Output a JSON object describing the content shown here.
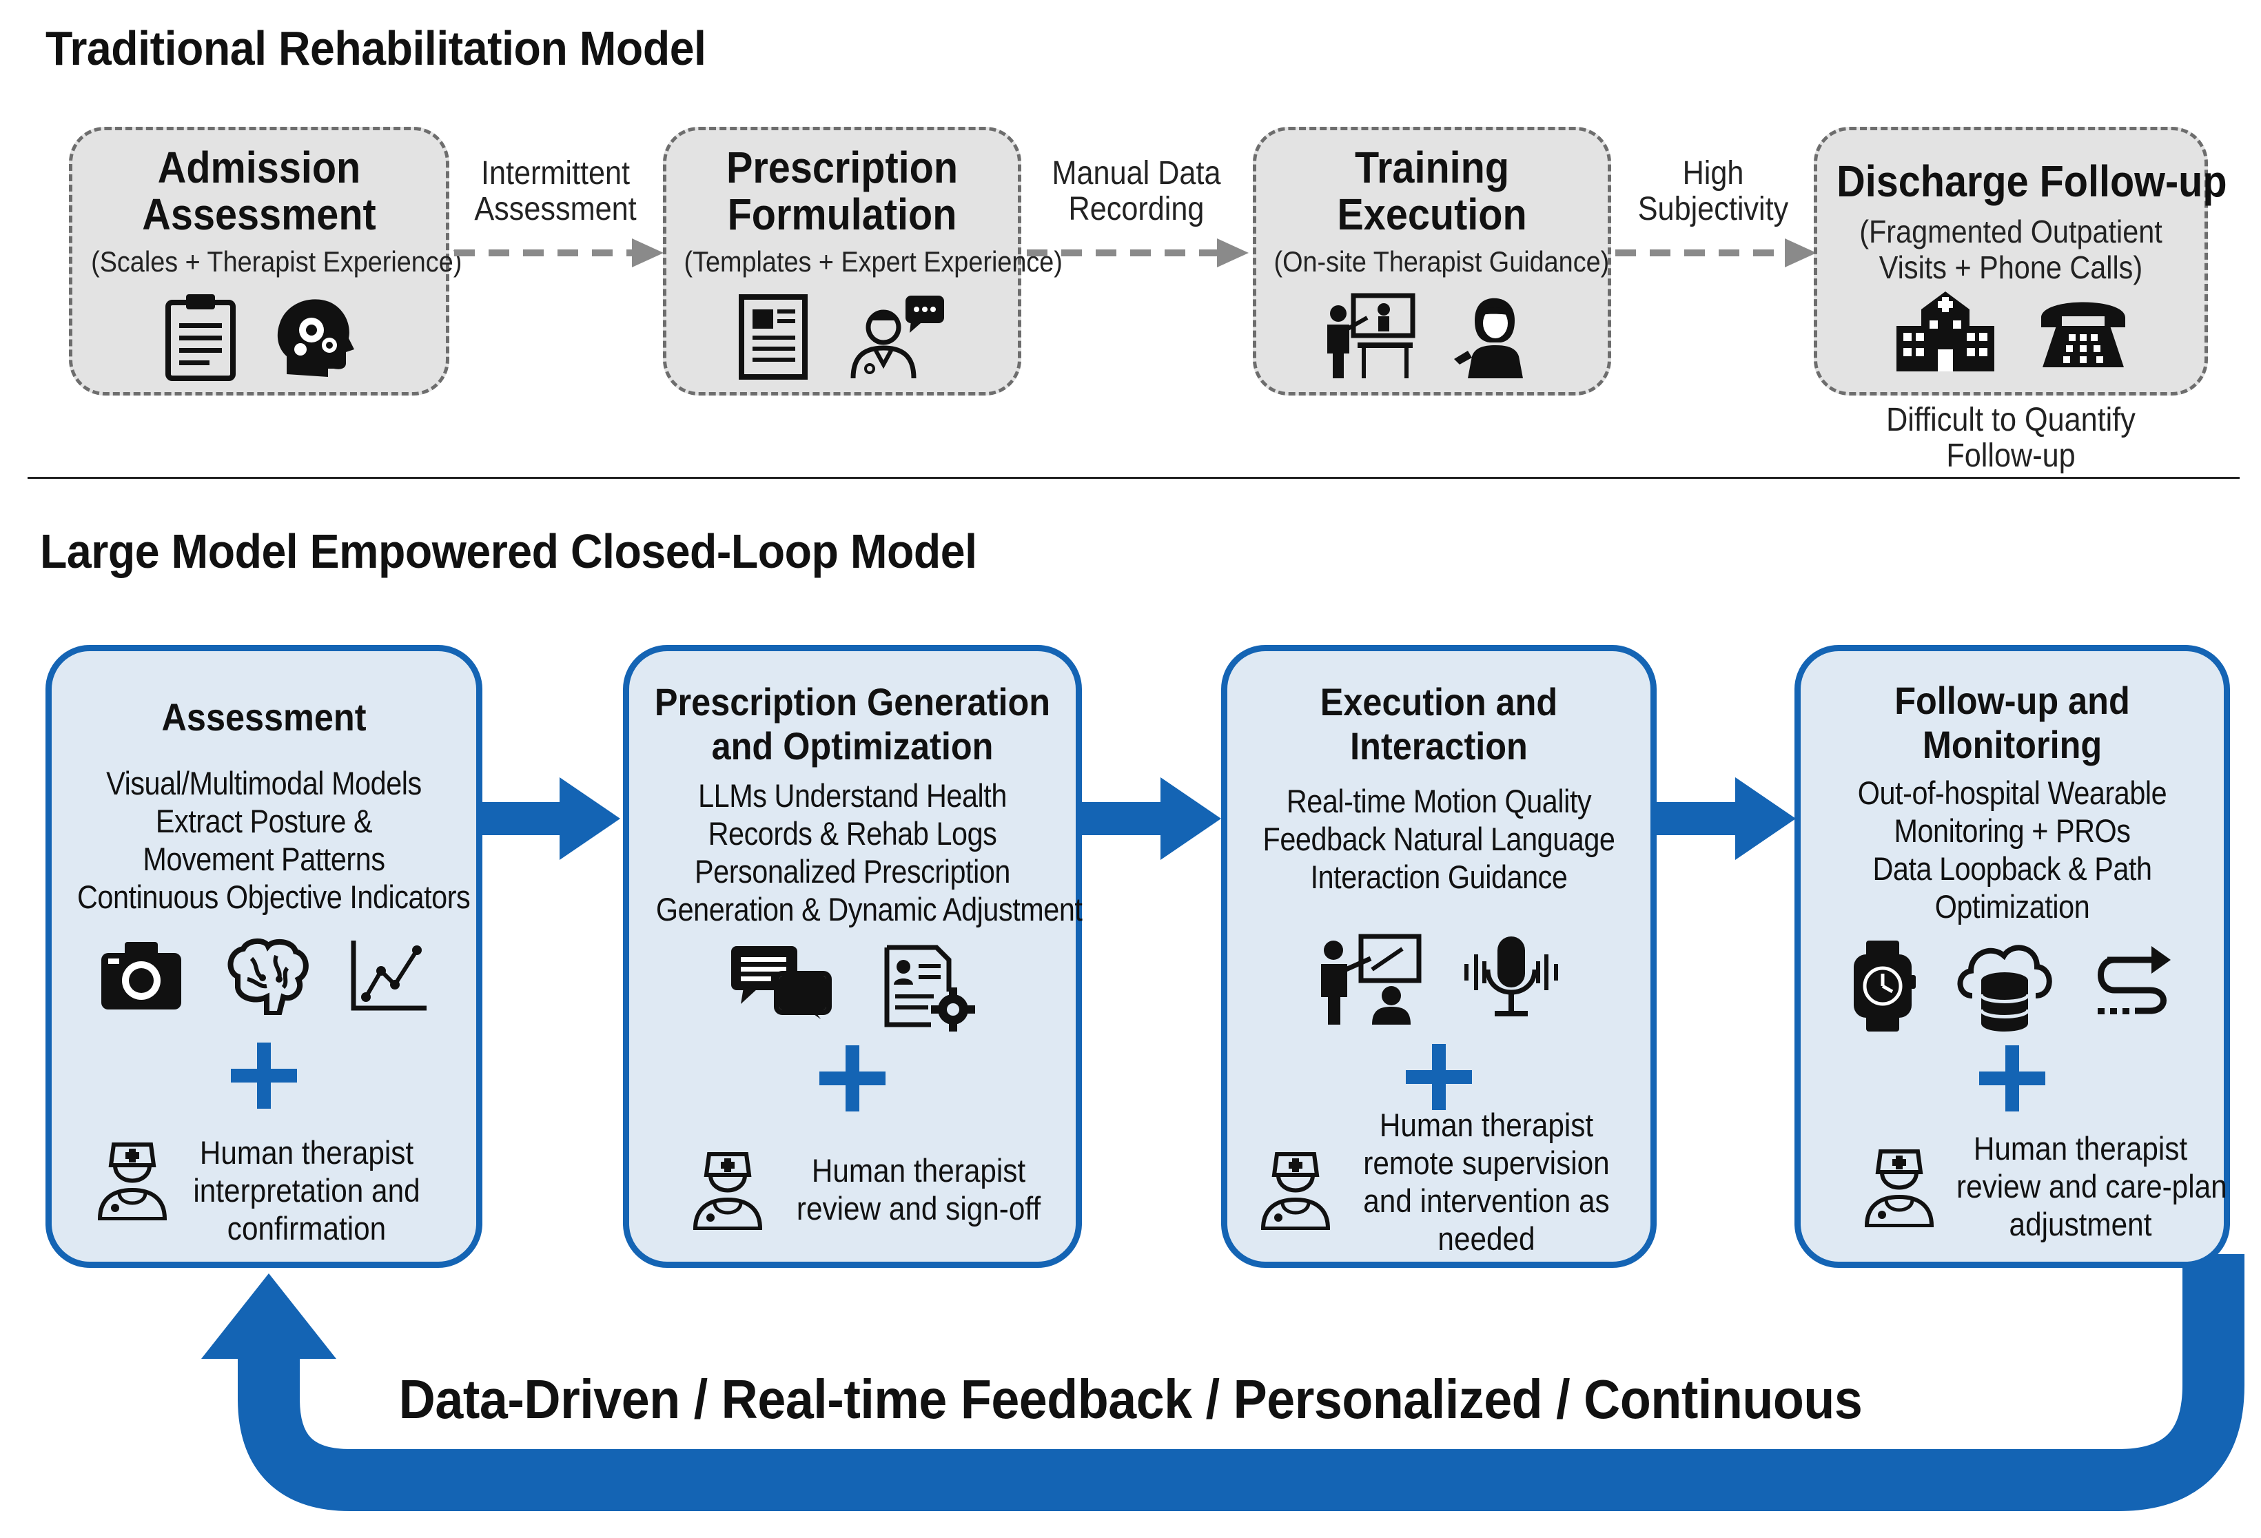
{
  "traditional": {
    "title": "Traditional Rehabilitation Model",
    "stages": [
      {
        "title1": "Admission",
        "title2": "Assessment",
        "sub1": "(Scales + Therapist Experience)",
        "sub2": "",
        "icons": [
          "clipboard-icon",
          "head-gears-icon"
        ]
      },
      {
        "title1": "Prescription",
        "title2": "Formulation",
        "sub1": "(Templates + Expert Experience)",
        "sub2": "",
        "icons": [
          "document-icon",
          "doctor-speech-icon"
        ]
      },
      {
        "title1": "Training",
        "title2": "Execution",
        "sub1": "(On-site Therapist Guidance)",
        "sub2": "",
        "icons": [
          "trainer-board-icon",
          "therapist-person-icon"
        ]
      },
      {
        "title1": "Discharge Follow-up",
        "title2": "",
        "sub1": "(Fragmented Outpatient",
        "sub2": "Visits + Phone Calls)",
        "icons": [
          "hospital-icon",
          "telephone-icon"
        ]
      }
    ],
    "connectors": [
      {
        "line1": "Intermittent",
        "line2": "Assessment"
      },
      {
        "line1": "Manual Data",
        "line2": "Recording"
      },
      {
        "line1": "High",
        "line2": "Subjectivity"
      }
    ],
    "note": {
      "line1": "Difficult to Quantify",
      "line2": "Follow-up"
    }
  },
  "closed_loop": {
    "title": "Large Model Empowered Closed-Loop Model",
    "stages": [
      {
        "title": [
          "Assessment"
        ],
        "desc": [
          "Visual/Multimodal Models",
          "Extract Posture &",
          "Movement Patterns",
          "Continuous Objective Indicators"
        ],
        "icons": [
          "camera-icon",
          "brain-icon",
          "line-chart-icon"
        ],
        "human": [
          "Human therapist",
          "interpretation and",
          "confirmation"
        ]
      },
      {
        "title": [
          "Prescription Generation",
          "and Optimization"
        ],
        "desc": [
          "LLMs Understand Health",
          "Records & Rehab Logs",
          "Personalized Prescription",
          "Generation & Dynamic Adjustment"
        ],
        "icons": [
          "chat-bubbles-icon",
          "profile-settings-icon"
        ],
        "human": [
          "Human therapist",
          "review and sign-off"
        ]
      },
      {
        "title": [
          "Execution and",
          "Interaction"
        ],
        "desc": [
          "Real-time Motion Quality",
          "Feedback Natural Language",
          "Interaction Guidance"
        ],
        "icons": [
          "presenter-icon",
          "microphone-icon"
        ],
        "human": [
          "Human therapist",
          "remote supervision",
          "and intervention as",
          "needed"
        ]
      },
      {
        "title": [
          "Follow-up and",
          "Monitoring"
        ],
        "desc": [
          "Out-of-hospital Wearable",
          "Monitoring + PROs",
          "Data Loopback & Path",
          "Optimization"
        ],
        "icons": [
          "smartwatch-icon",
          "cloud-database-icon",
          "loop-path-icon"
        ],
        "human": [
          "Human therapist",
          "review and care-plan",
          "adjustment"
        ]
      }
    ],
    "loop_label": "Data-Driven / Real-time Feedback / Personalized / Continuous"
  },
  "colors": {
    "accent_blue": "#1464b4",
    "loop_box_fill": "#dfe9f3",
    "trad_box_fill": "#e3e3e3",
    "dash_gray": "#8a8a8a"
  }
}
